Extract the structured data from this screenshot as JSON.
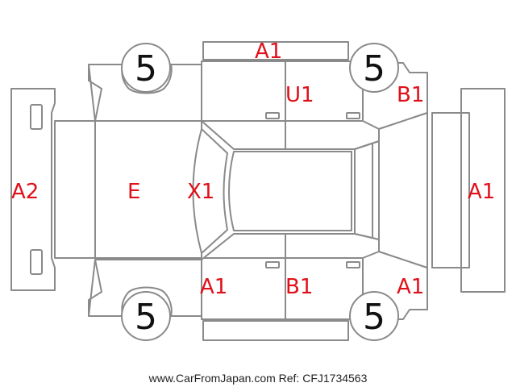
{
  "labels": {
    "front_bumper": "A2",
    "hood": "E",
    "windshield": "X1",
    "roof_top": "A1",
    "right_rear_door": "U1",
    "right_rear_fender": "B1",
    "rear_bumper": "A1",
    "left_front_fender": "A1",
    "left_rear_door": "B1",
    "left_rear_fender": "A1"
  },
  "wheels": {
    "front_right": "5",
    "rear_right": "5",
    "front_left": "5",
    "rear_left": "5"
  },
  "footer": "www.CarFromJapan.com Ref: CFJ1734563",
  "colors": {
    "code_text": "#e0101a",
    "outline": "#8a8a8a",
    "front_light_fill": "#f2f200",
    "rear_light_fill": "#e8101a"
  }
}
